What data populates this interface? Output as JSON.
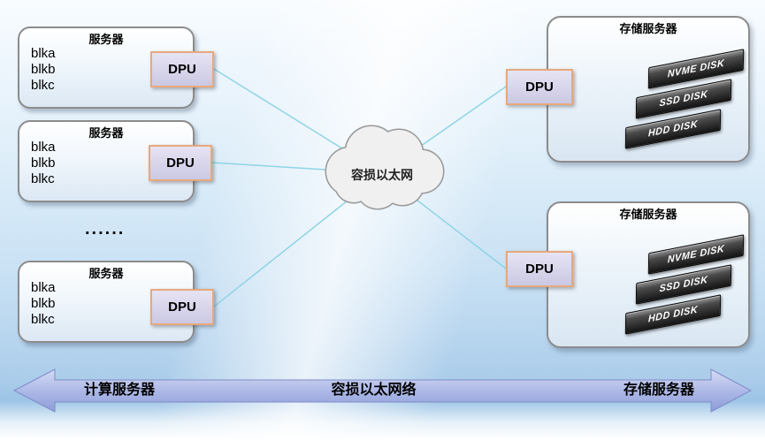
{
  "servers": [
    {
      "title": "服务器",
      "blocks": [
        "blka",
        "blkb",
        "blkc"
      ],
      "dpu_label": "DPU"
    },
    {
      "title": "服务器",
      "blocks": [
        "blka",
        "blkb",
        "blkc"
      ],
      "dpu_label": "DPU"
    },
    {
      "title": "服务器",
      "blocks": [
        "blka",
        "blkb",
        "blkc"
      ],
      "dpu_label": "DPU"
    }
  ],
  "ellipsis": "......",
  "cloud": {
    "label": "容损以太网"
  },
  "storage_servers": [
    {
      "title": "存储服务器",
      "dpu_label": "DPU",
      "disks": [
        "NVME DISK",
        "SSD DISK",
        "HDD DISK"
      ]
    },
    {
      "title": "存储服务器",
      "dpu_label": "DPU",
      "disks": [
        "NVME DISK",
        "SSD DISK",
        "HDD DISK"
      ]
    }
  ],
  "bottom_arrow": {
    "labels": [
      "计算服务器",
      "容损以太网络",
      "存储服务器"
    ]
  },
  "colors": {
    "connection_line": "#8ed4e6",
    "dpu_fill": "#d6d4ec",
    "dpu_border": "#e8a87c",
    "cloud_fill": "#f0f0f0",
    "cloud_stroke": "#999999",
    "arrow_top": "#d6dcf4",
    "arrow_bottom": "#8e9dd9",
    "disk_dark": "#141414"
  }
}
